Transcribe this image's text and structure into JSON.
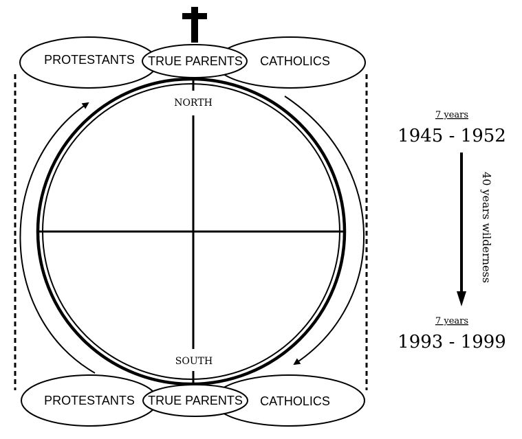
{
  "top": {
    "left": "PROTESTANTS",
    "center": "TRUE PARENTS",
    "right": "CATHOLICS"
  },
  "bottom": {
    "left": "PROTESTANTS",
    "center": "TRUE PARENTS",
    "right": "CATHOLICS"
  },
  "compass": {
    "north": "NORTH",
    "south": "SOUTH"
  },
  "timeline": {
    "first_period_label": "7 years",
    "first_range": "1945 - 1952",
    "wilderness": "40 years wilderness",
    "second_period_label": "7 years",
    "second_range": "1993 - 1999"
  },
  "icons": {
    "top_symbol": "cross-icon"
  }
}
